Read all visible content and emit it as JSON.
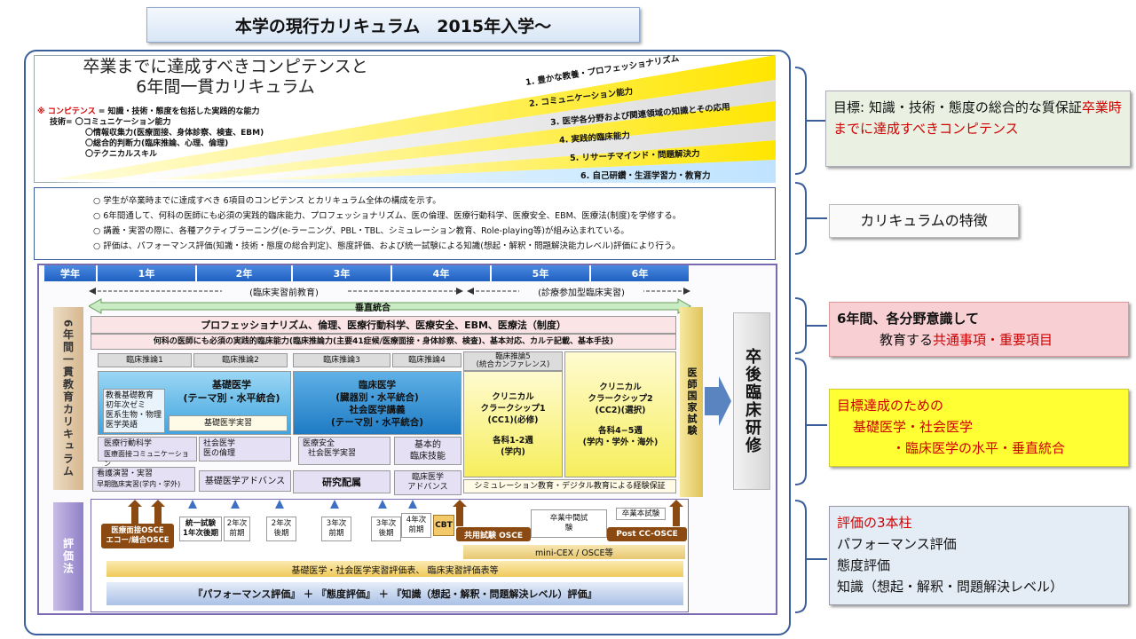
{
  "title": "本学の現行カリキュラム　2015年入学〜",
  "competence": {
    "heading1": "卒業までに達成すべきコンピテンスと",
    "heading2": "6年間一貫カリキュラム",
    "def_mark": "※ コンピテンス",
    "def_text": " = 知識・技術・態度を包括した実践的な能力",
    "skill_prefix": "技術=",
    "skills": [
      "〇コミュニケーション能力",
      "〇情報収集力(医療面接、身体診察、検査、EBM)",
      "〇総合的判断力(臨床推論、心理、倫理)",
      "〇テクニカルスキル"
    ],
    "levels": [
      "1. 豊かな教養・プロフェッショナリズム",
      "2. コミュニケーション能力",
      "3. 医学各分野および関連領域の知識とその応用",
      "4. 実践的臨床能力",
      "5. リサーチマインド・問題解決力",
      "6. 自己研鑽・生涯学習力・教育力"
    ]
  },
  "features": [
    "○ 学生が卒業時までに達成すべき 6項目のコンピテンス とカリキュラム全体の構成を示す。",
    "○ 6年間通して、何科の医師にも必須の実践的臨床能力、プロフェッショナリズム、医の倫理、医療行動科学、医療安全、EBM、医療法(制度)を学修する。",
    "○ 講義・実習の際に、各種アクティブラーニング(e-ラーニング、PBL・TBL、シミュレーション教育、Role-playing等)が組み込まれている。",
    "○ 評価は、パフォーマンス評価(知識・技術・態度の総合判定)、態度評価、および統一試験による知識(想起・解釈・問題解決能力レベル)評価により行う。"
  ],
  "curriculum": {
    "grade_label": "学年",
    "years": [
      "1年",
      "2年",
      "3年",
      "4年",
      "5年",
      "6年"
    ],
    "pre_clinical": "(臨床実習前教育)",
    "clinical": "(診療参加型臨床実習)",
    "vertical": "垂直統合",
    "six_year": "6年間一貫教育カリキュラム",
    "common1": "プロフェッショナリズム、倫理、医療行動科学、医療安全、EBM、医療法（制度）",
    "common2": "何科の医師にも必須の実践的臨床能力(臨床推論力(主要41症候/医療面接・身体診察、検査)、基本対応、カルテ記載、基本手技)",
    "reasoning": [
      "臨床推論1",
      "臨床推論2",
      "臨床推論3",
      "臨床推論4",
      "臨床推論5",
      "(統合カンファレンス)"
    ],
    "basic_title": "基礎医学",
    "basic_sub": "(テーマ別・水平統合)",
    "basic_left": [
      "教養基礎教育",
      "初年次ゼミ",
      "医系生物・物理",
      "医学英語"
    ],
    "basic_practice": "基礎医学実習",
    "clinical_title": "臨床医学",
    "clinical_sub1": "(臓器別・水平統合)",
    "clinical_sub2": "社会医学講義",
    "clinical_sub3": "(テーマ別・水平統合)",
    "cc1": [
      "クリニカル",
      "クラークシップ1",
      "(CC1)(必修)",
      "各科1-2週",
      "(学内)"
    ],
    "cc2": [
      "クリニカル",
      "クラークシップ2",
      "(CC2)(選択)",
      "各科4−5週",
      "(学内・学外・海外)"
    ],
    "behav": [
      "医療行動科学",
      "医療面接コミュニケーション"
    ],
    "social": [
      "社会医学",
      "医の倫理"
    ],
    "safety": [
      "医療安全",
      "社会医学実習"
    ],
    "basic_tech": [
      "基本的",
      "臨床技能"
    ],
    "early": [
      "看護演習・実習",
      "早期臨床実習(学内・学外)"
    ],
    "basic_adv": "基礎医学アドバンス",
    "research": "研究配属",
    "clin_adv": [
      "臨床医学",
      "アドバンス"
    ],
    "sim": "シミュレーション教育・デジタル教育による経験保証",
    "national": "医師国家試験",
    "post": "卒後臨床研修",
    "eval_label": "評価法",
    "osce1": [
      "医療面接OSCE",
      "エコー/縫合OSCE"
    ],
    "exams": [
      [
        "統一試験",
        "1年次後期"
      ],
      [
        "2年次",
        "前期"
      ],
      [
        "2年次",
        "後期"
      ],
      [
        "3年次",
        "前期"
      ],
      [
        "3年次",
        "後期"
      ],
      [
        "4年次",
        "前期"
      ]
    ],
    "cbt": "CBT",
    "common_osce": "共用試験 OSCE",
    "mid_exam": [
      "卒業中間試",
      "験"
    ],
    "grad_exam": "卒業本試験",
    "post_osce": "Post CC-OSCE",
    "minicex": "mini-CEX / OSCE等",
    "eval_bar1": "基礎医学・社会医学実習評価表、 臨床実習評価表等",
    "eval_bar2": "『パフォーマンス評価』 ＋ 『態度評価』 ＋ 『知識（想起・解釈・問題解決レベル）評価』"
  },
  "notes": {
    "n1_a": "目標: 知識・技術・態度の総合的な質保証",
    "n1_b": "卒業時までに達成すべきコンピテンス",
    "n2": "カリキュラムの特徴",
    "n3_a": "6年間、各分野意識して",
    "n3_b": "教育する",
    "n3_c": "共通事項・重要項目",
    "n4": [
      "目標達成のための",
      "基礎医学・社会医学",
      "・臨床医学の水平・垂直統合"
    ],
    "n5_a": "評価の3本柱",
    "n5": [
      "パフォーマンス評価",
      "態度評価",
      "知識（想起・解釈・問題解決レベル）"
    ]
  },
  "colors": {
    "dark_blue": "#1f5fc0",
    "red": "#d10000",
    "note_pink": "#f8cfd3",
    "note_yellow": "#ffff33",
    "note_green": "#eaf1e2"
  }
}
